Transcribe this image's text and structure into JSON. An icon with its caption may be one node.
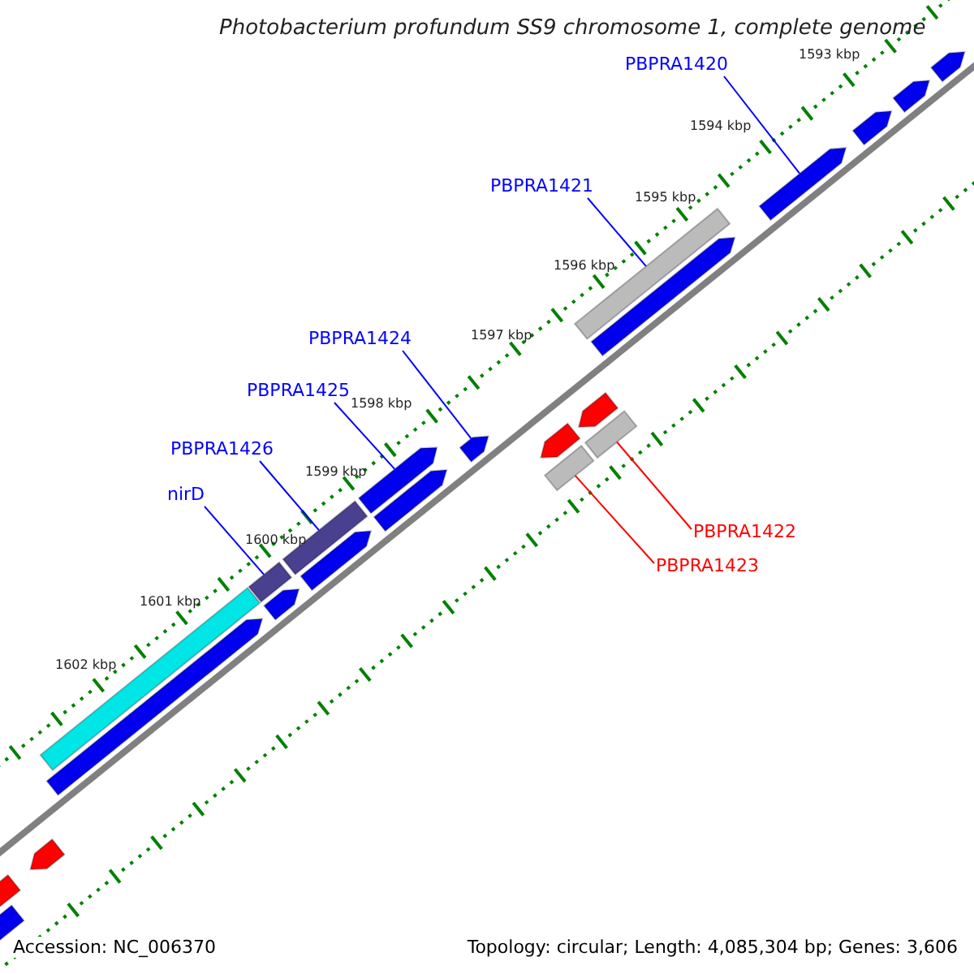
{
  "diagram": {
    "title": "Photobacterium profundum SS9 chromosome 1, complete genome",
    "nodes": [
      {
        "text": [
          "PBPRA1420"
        ]
      },
      {
        "text": [
          "PBPRA1421"
        ]
      },
      {
        "text": [
          "PBPRA1424"
        ]
      },
      {
        "text": [
          "PBPRA1425"
        ]
      },
      {
        "text": [
          "PBPRA1426"
        ]
      },
      {
        "text": [
          "nirD"
        ]
      },
      {
        "text": [
          "PBPRA1422"
        ]
      },
      {
        "text": [
          "PBPRA1423"
        ]
      },
      {
        "text": [],
        "shape": "bar"
      },
      {
        "text": [],
        "shape": "bar"
      },
      {
        "text": [],
        "shape": "bar"
      },
      {
        "text": [],
        "shape": "bar"
      },
      {
        "text": [],
        "shape": "bar"
      },
      {
        "text": [],
        "shape": "bar"
      },
      {
        "text": [],
        "shape": "bar"
      },
      {
        "text": [],
        "shape": "bar"
      },
      {
        "text": [],
        "shape": "bar"
      },
      {
        "text": [],
        "shape": "bar"
      },
      {
        "text": [],
        "shape": "bar"
      },
      {
        "text": [],
        "shape": "bar"
      },
      {
        "text": [],
        "shape": "bar"
      },
      {
        "text": [],
        "shape": "bar"
      },
      {
        "text": [],
        "shape": "bar"
      },
      {
        "text": [],
        "shape": "bar"
      },
      {
        "text": [],
        "shape": "bar"
      },
      {
        "text": [],
        "shape": "bar"
      },
      {
        "text": [],
        "shape": "bar"
      },
      {
        "text": [],
        "shape": "bar"
      },
      {
        "text": [],
        "shape": "bar"
      },
      {
        "text": [],
        "shape": "bar"
      }
    ],
    "edges": [
      {
        "from": 0,
        "to": 26,
        "arrow": "none"
      },
      {
        "from": 1,
        "to": 24,
        "arrow": "none"
      },
      {
        "from": 2,
        "to": 19,
        "arrow": "none"
      },
      {
        "from": 3,
        "to": 17,
        "arrow": "none"
      },
      {
        "from": 4,
        "to": 15,
        "arrow": "none"
      },
      {
        "from": 5,
        "to": 13,
        "arrow": "none"
      },
      {
        "from": 6,
        "to": 23,
        "arrow": "none",
        "color": "#ff0000"
      },
      {
        "from": 7,
        "to": 21,
        "arrow": "none",
        "color": "#ff0000"
      }
    ],
    "labels": [
      "1593 kbp",
      "1594 kbp",
      "1595 kbp",
      "1596 kbp",
      "1597 kbp",
      "1598 kbp",
      "1599 kbp",
      "1600 kbp",
      "1601 kbp",
      "1602 kbp",
      "Accession: NC_006370",
      "Topology: circular; Length: 4,085,304 bp; Genes: 3,606"
    ]
  }
}
